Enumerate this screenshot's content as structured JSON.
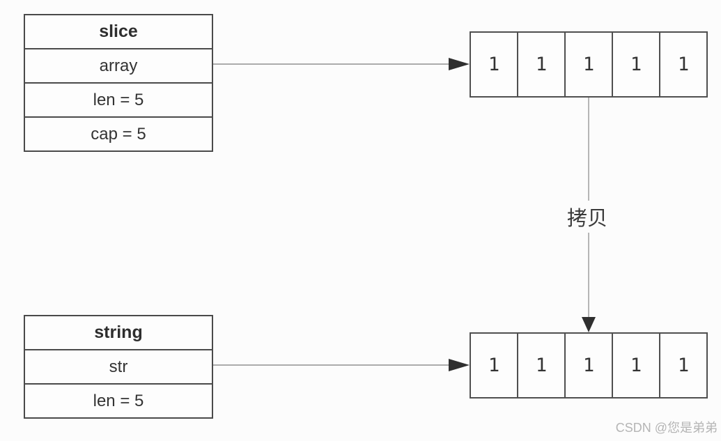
{
  "diagram": {
    "slice_table": {
      "title": "slice",
      "rows": [
        "array",
        "len = 5",
        "cap = 5"
      ]
    },
    "string_table": {
      "title": "string",
      "rows": [
        "str",
        "len = 5"
      ]
    },
    "top_array": {
      "cells": [
        "1",
        "1",
        "1",
        "1",
        "1"
      ]
    },
    "bottom_array": {
      "cells": [
        "1",
        "1",
        "1",
        "1",
        "1"
      ]
    },
    "copy_label": "拷贝",
    "watermark": "CSDN @您是弟弟",
    "colors": {
      "box_border": "#4a4a4a",
      "connector_line": "#ababab",
      "arrowhead": "#2f2f2f",
      "text": "#333333",
      "watermark": "#b5b5b5",
      "background": "#fcfcfc"
    }
  }
}
